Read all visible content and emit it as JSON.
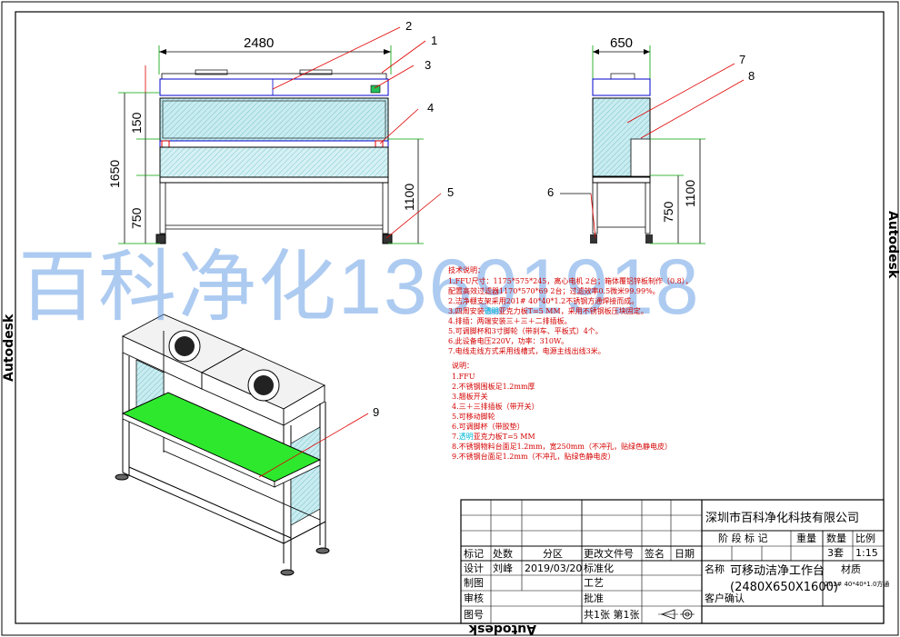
{
  "overall_dims": {
    "front_width": "2480",
    "side_width": "650",
    "total_height": "1650",
    "ffu_height": "150",
    "leg_height": "750",
    "work_height": "1100"
  },
  "side_dims": {
    "leg_height": "750",
    "work_height": "1100"
  },
  "callouts": [
    "1",
    "2",
    "3",
    "4",
    "5",
    "6",
    "7",
    "8",
    "9"
  ],
  "watermark": "百科净化13691918",
  "brand_vertical_right": "Autodesk",
  "brand_vertical_left": "Autodesk",
  "brand_bottom": "Autodesk",
  "tech_notes": {
    "heading": "技术说明：",
    "lines": [
      "1.FFU尺寸：1175*575*245，离心电机 2台；箱体覆铝锌板制作（0.8），",
      "   配置高效过滤器1170*570*69 2台；过滤效率0.5微米99.99%。",
      "2.洁净棚支架采用201# 40*40*1.2不锈钢方通焊接而成。",
      "3.四周安装",
      "4.排插：两端安装三＋三＋二排插板。",
      "5.可调脚杯和3寸脚轮（带刹车、平板式）4个。",
      "6.此设备电压220V，功率：310W。",
      "7.电线走线方式采用线槽式，电源主线出线3米。"
    ],
    "line3_cyan": "透明",
    "line3_tail": "亚克力板T=5 MM，采用不锈钢板压块固定。"
  },
  "parts": {
    "heading": "说明：",
    "lines": [
      "1.FFU",
      "2.不锈钢围板足1.2mm厚",
      "3.翘板开关",
      "4.三＋三排插板（带开关）",
      "5.可移动脚轮",
      "6.可调脚杯（带胶垫）",
      "7.",
      "8.不锈钢物料台面足1.2mm，宽250mm（不冲孔，贴绿色静电皮）",
      "9.不锈钢台面足1.2mm（不冲孔，贴绿色静电皮）"
    ],
    "line7_cyan": "透明",
    "line7_tail": "亚克力板T=5 MM"
  },
  "title_block": {
    "company": "深圳市百科净化科技有限公司",
    "stage_label": "阶 段 标 记",
    "weight_label": "重量",
    "qty_label": "数量",
    "scale_label": "比例",
    "qty_value": "3套",
    "scale_value": "1:15",
    "row_labels": [
      "标记",
      "处数",
      "分区",
      "更改文件号",
      "签名",
      "日期"
    ],
    "design_label": "设计",
    "designer": "刘峰",
    "date": "2019/03/20",
    "standard_label": "标准化",
    "drawing_label": "制图",
    "process_label": "工艺",
    "review_label": "审核",
    "approve_label": "批准",
    "customer_label": "客户确认",
    "drawing_no_label": "图号",
    "sheets": "共1张  第1张",
    "name_label": "名称",
    "product_name": "可移动洁净工作台",
    "product_size": "(2480X650X1600)",
    "material_label": "材质",
    "material_value": "201# 40*40*1.0方通"
  }
}
